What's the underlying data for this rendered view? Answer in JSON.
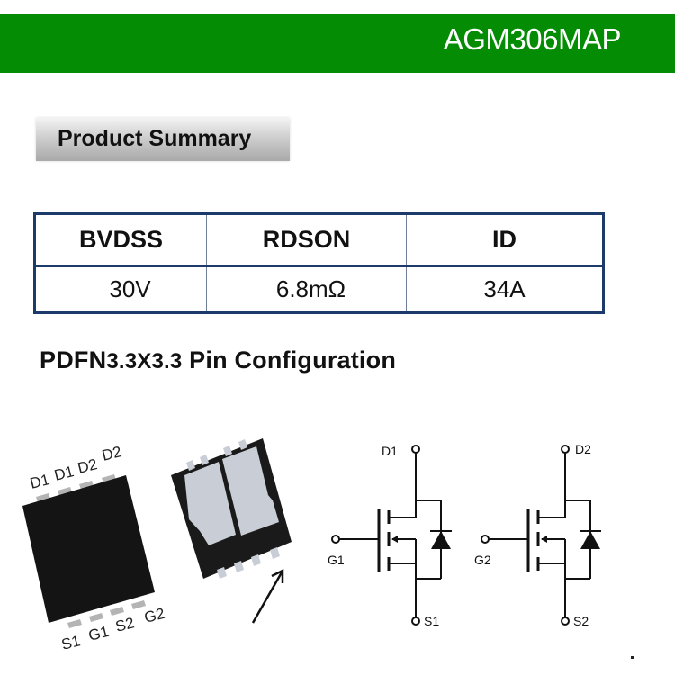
{
  "header": {
    "title": "AGM306MAP",
    "bar_color": "#038c04"
  },
  "summary": {
    "label": "Product Summary"
  },
  "spec_table": {
    "columns": [
      "BVDSS",
      "RDSON",
      "ID"
    ],
    "values": [
      "30V",
      "6.8mΩ",
      "34A"
    ],
    "border_color": "#1c3b6b"
  },
  "pin_config": {
    "heading_prefix": "PDFN",
    "heading_package": "3.3X3.3",
    "heading_suffix": " Pin Configuration",
    "top_view_pins_top": [
      "D1",
      "D1",
      "D2",
      "D2"
    ],
    "top_view_pins_bottom": [
      "S1",
      "G1",
      "S2",
      "G2"
    ],
    "schematic_1": {
      "drain": "D1",
      "gate": "G1",
      "source": "S1"
    },
    "schematic_2": {
      "drain": "D2",
      "gate": "G2",
      "source": "S2"
    }
  }
}
